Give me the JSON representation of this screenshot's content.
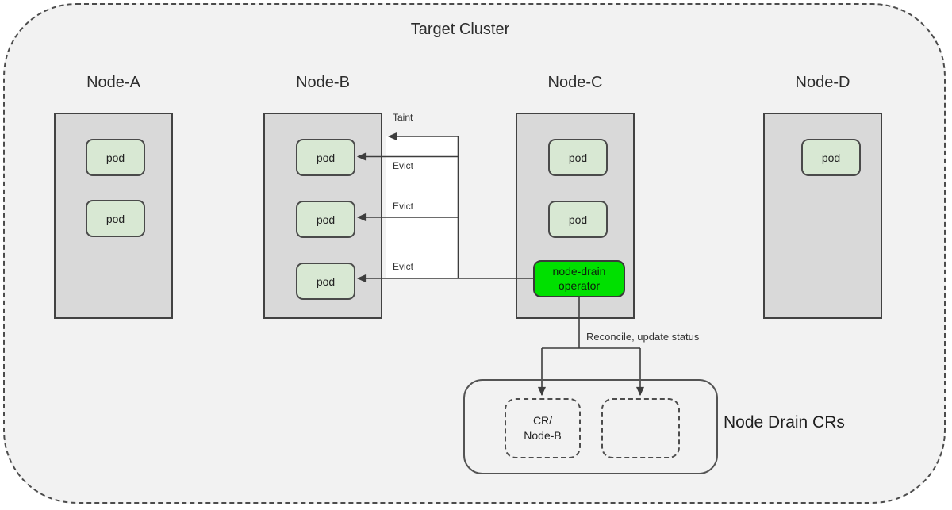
{
  "title": "Target Cluster",
  "nodes": [
    {
      "name": "Node-A",
      "pods": [
        "pod",
        "pod"
      ]
    },
    {
      "name": "Node-B",
      "pods": [
        "pod",
        "pod",
        "pod"
      ]
    },
    {
      "name": "Node-C",
      "pods": [
        "pod",
        "pod"
      ],
      "operator": "node-drain operator"
    },
    {
      "name": "Node-D",
      "pods": [
        "pod"
      ]
    }
  ],
  "edge_labels": {
    "taint": "Taint",
    "evict": [
      "Evict",
      "Evict",
      "Evict"
    ],
    "reconcile": "Reconcile, update status"
  },
  "node_drain_crs": {
    "label": "Node Drain CRs",
    "cr_box_line1": "CR/",
    "cr_box_line2": "Node-B"
  },
  "colors": {
    "cluster_fill": "#f2f2f2",
    "node_fill": "#d9d9d9",
    "pod_fill": "#d8e8d3",
    "operator_fill": "#00e000",
    "line": "#3d3d3d"
  }
}
